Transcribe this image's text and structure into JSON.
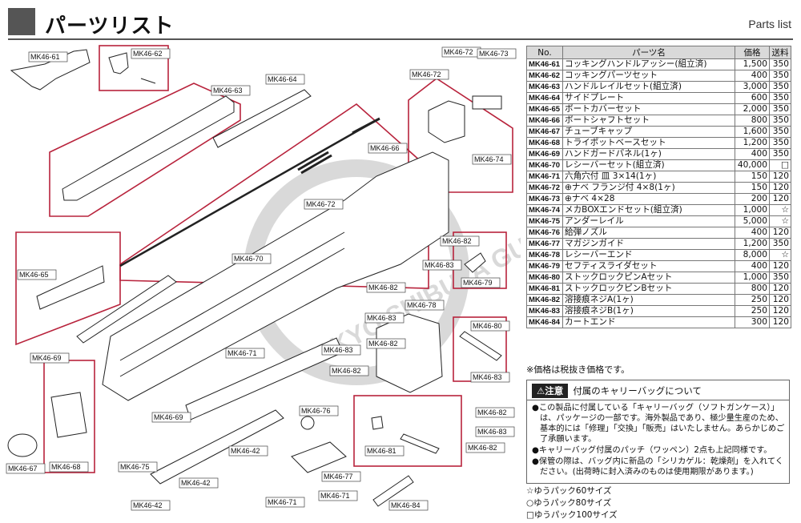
{
  "header": {
    "title": "パーツリスト",
    "subtitle_en": "Parts list"
  },
  "diagram": {
    "watermark": "TOKYO SHIBUYA GUNSHOP GUNDAY",
    "labels": [
      "MK46-61",
      "MK46-62",
      "MK46-63",
      "MK46-64",
      "MK46-72",
      "MK46-73",
      "MK46-72",
      "MK46-66",
      "MK46-74",
      "MK46-65",
      "MK46-72",
      "MK46-70",
      "MK46-82",
      "MK46-83",
      "MK46-82",
      "MK46-79",
      "MK46-69",
      "MK46-71",
      "MK46-78",
      "MK46-83",
      "MK46-82",
      "MK46-83",
      "MK46-82",
      "MK46-80",
      "MK46-83",
      "MK46-69",
      "MK46-76",
      "MK46-81",
      "MK46-82",
      "MK46-83",
      "MK46-82",
      "MK46-67",
      "MK46-68",
      "MK46-75",
      "MK46-42",
      "MK46-42",
      "MK46-42",
      "MK46-71",
      "MK46-77",
      "MK46-71",
      "MK46-84"
    ]
  },
  "parts_table": {
    "headers": [
      "No.",
      "パーツ名",
      "価格",
      "送料"
    ],
    "rows": [
      [
        "MK46-61",
        "コッキングハンドルアッシー(組立済)",
        "1,500",
        "350"
      ],
      [
        "MK46-62",
        "コッキングパーツセット",
        "400",
        "350"
      ],
      [
        "MK46-63",
        "ハンドルレイルセット(組立済)",
        "3,000",
        "350"
      ],
      [
        "MK46-64",
        "サイドプレート",
        "600",
        "350"
      ],
      [
        "MK46-65",
        "ボートカバーセット",
        "2,000",
        "350"
      ],
      [
        "MK46-66",
        "ボートシャフトセット",
        "800",
        "350"
      ],
      [
        "MK46-67",
        "チューブキャップ",
        "1,600",
        "350"
      ],
      [
        "MK46-68",
        "トライポットベースセット",
        "1,200",
        "350"
      ],
      [
        "MK46-69",
        "ハンドガードパネル(1ヶ)",
        "400",
        "350"
      ],
      [
        "MK46-70",
        "レシーバーセット(組立済)",
        "40,000",
        "□"
      ],
      [
        "MK46-71",
        "六角穴付 皿 3×14(1ヶ)",
        "150",
        "120"
      ],
      [
        "MK46-72",
        "⊕ナベ フランジ付 4×8(1ヶ)",
        "150",
        "120"
      ],
      [
        "MK46-73",
        "⊕ナベ 4×28",
        "200",
        "120"
      ],
      [
        "MK46-74",
        "メカBOXエンドセット(組立済)",
        "1,000",
        "☆"
      ],
      [
        "MK46-75",
        "アンダーレイル",
        "5,000",
        "☆"
      ],
      [
        "MK46-76",
        "給弾ノズル",
        "400",
        "120"
      ],
      [
        "MK46-77",
        "マガジンガイド",
        "1,200",
        "350"
      ],
      [
        "MK46-78",
        "レシーバーエンド",
        "8,000",
        "☆"
      ],
      [
        "MK46-79",
        "セフティスライダセット",
        "400",
        "120"
      ],
      [
        "MK46-80",
        "ストックロックピンAセット",
        "1,000",
        "350"
      ],
      [
        "MK46-81",
        "ストックロックピンBセット",
        "800",
        "120"
      ],
      [
        "MK46-82",
        "溶接痕ネジA(1ヶ)",
        "250",
        "120"
      ],
      [
        "MK46-83",
        "溶接痕ネジB(1ヶ)",
        "250",
        "120"
      ],
      [
        "MK46-84",
        "カートエンド",
        "300",
        "120"
      ]
    ]
  },
  "tax_note": "※価格は税抜き価格です。",
  "notice": {
    "badge": "⚠注意",
    "title": "付属のキャリーバッグについて",
    "items": [
      "●この製品に付属している「キャリーバッグ（ソフトガンケース）」は、パッケージの一部です。海外製品であり、極少量生産のため、基本的には「修理」「交換」「販売」はいたしません。あらかじめご了承願います。",
      "●キャリーバッグ付属のパッチ（ワッペン）2点も上記同様です。",
      "●保管の際は、バッグ内に新品の「シリカゲル：乾燥剤」を入れてください。(出荷時に封入済みのものは使用期限があります。)"
    ]
  },
  "legend": [
    "☆ゆうパック60サイズ",
    "○ゆうパック80サイズ",
    "□ゆうパック100サイズ"
  ]
}
